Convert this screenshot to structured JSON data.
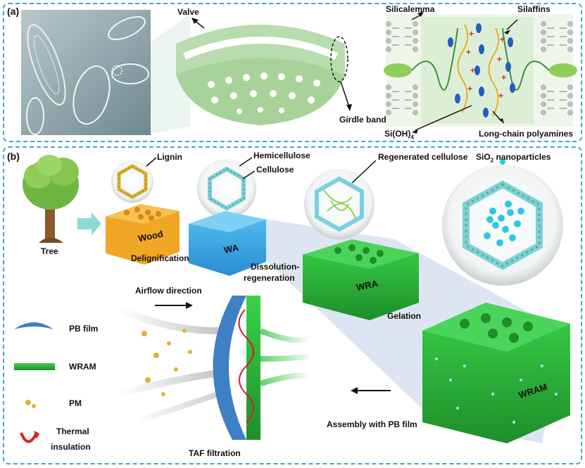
{
  "panel_a": {
    "label": "(a)",
    "valve": "Valve",
    "girdle_band": "Girdle band",
    "silicalemma": "Silicalemma",
    "silaffins": "Silaffins",
    "sioh4_base": "Si(OH)",
    "sioh4_sub": "4",
    "polyamines": "Long-chain polyamines"
  },
  "panel_b": {
    "label": "(b)",
    "lignin": "Lignin",
    "hemicellulose": "Hemicellulose",
    "cellulose": "Cellulose",
    "regenerated_cellulose": "Regenerated cellulose",
    "sio2_base": "SiO",
    "sio2_sub": "2",
    "sio2_rest": " nanoparticles",
    "tree": "Tree",
    "wood": "Wood",
    "wa": "WA",
    "wra": "WRA",
    "wram_block": "WRAM",
    "delignification": "Delignification",
    "dissolution_line1": "Dissolution-",
    "dissolution_line2": "regeneration",
    "gelation": "Gelation",
    "airflow": "Airflow direction",
    "assembly": "Assembly with PB film",
    "taf": "TAF filtration",
    "legend": {
      "pb_film": "PB film",
      "wram": "WRAM",
      "pm": "PM",
      "thermal_line1": "Thermal",
      "thermal_line2": "insulation"
    }
  },
  "colors": {
    "border": "#3aa7d8",
    "green": "#3cc24a",
    "blue": "#35a8e8",
    "wood": "#f0a726",
    "pb_film": "#3f7fc4",
    "pm": "#e0b23a",
    "thermal": "#d92020"
  }
}
